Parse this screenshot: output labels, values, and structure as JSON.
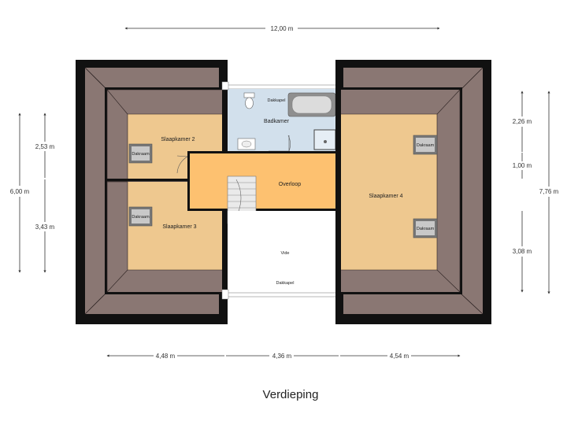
{
  "title": "Verdieping",
  "dimensions": {
    "top_width": "12,00 m",
    "left_height": "6,00 m",
    "left_upper": "2,53 m",
    "left_lower": "3,43 m",
    "right_height": "7,76 m",
    "right_upper": "2,26 m",
    "right_middle": "1,00 m",
    "right_lower": "3,08 m",
    "bottom_left": "4,48 m",
    "bottom_middle": "4,36 m",
    "bottom_right": "4,54 m"
  },
  "rooms": {
    "badkamer": "Badkamer",
    "dakkapel_top": "Dakkapel",
    "slaapkamer2": "Slaapkamer 2",
    "slaapkamer3": "Slaapkamer 3",
    "slaapkamer4": "Slaapkamer 4",
    "overloop": "Overloop",
    "vide": "Vide",
    "dakkapel_bottom": "Dakkapel"
  },
  "skylights": {
    "s2": "Dakraam",
    "s3": "Dakraam",
    "s4a": "Dakraam",
    "s4b": "Dakraam"
  },
  "colors": {
    "roof": "#8a7773",
    "room_orange": "#eec88f",
    "overloop": "#fdc170",
    "bathroom": "#d2e0ec",
    "wall": "#111111"
  }
}
